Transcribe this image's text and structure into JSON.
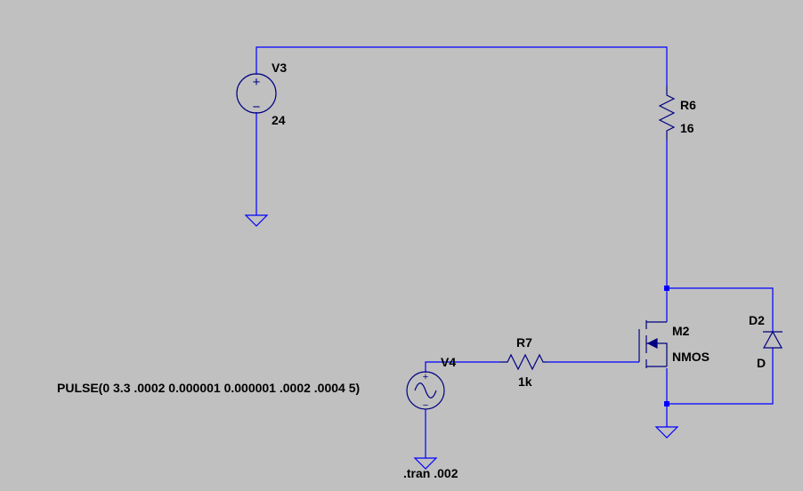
{
  "schematic": {
    "components": {
      "v3": {
        "name": "V3",
        "value": "24",
        "plus_sign": "+",
        "minus_sign": "−"
      },
      "r6": {
        "name": "R6",
        "value": "16"
      },
      "m2": {
        "name": "M2",
        "model": "NMOS"
      },
      "d2": {
        "name": "D2",
        "model": "D"
      },
      "r7": {
        "name": "R7",
        "value": "1k"
      },
      "v4": {
        "name": "V4",
        "value": "PULSE(0 3.3 .0002 0.000001 0.000001 .0002 .0004 5)",
        "plus_sign": "+",
        "minus_sign": "−"
      }
    },
    "directives": {
      "tran": ".tran .002"
    },
    "colors": {
      "background": "#c0c0c0",
      "wire": "#0000ff",
      "component": "#000080",
      "text": "#000000"
    }
  }
}
